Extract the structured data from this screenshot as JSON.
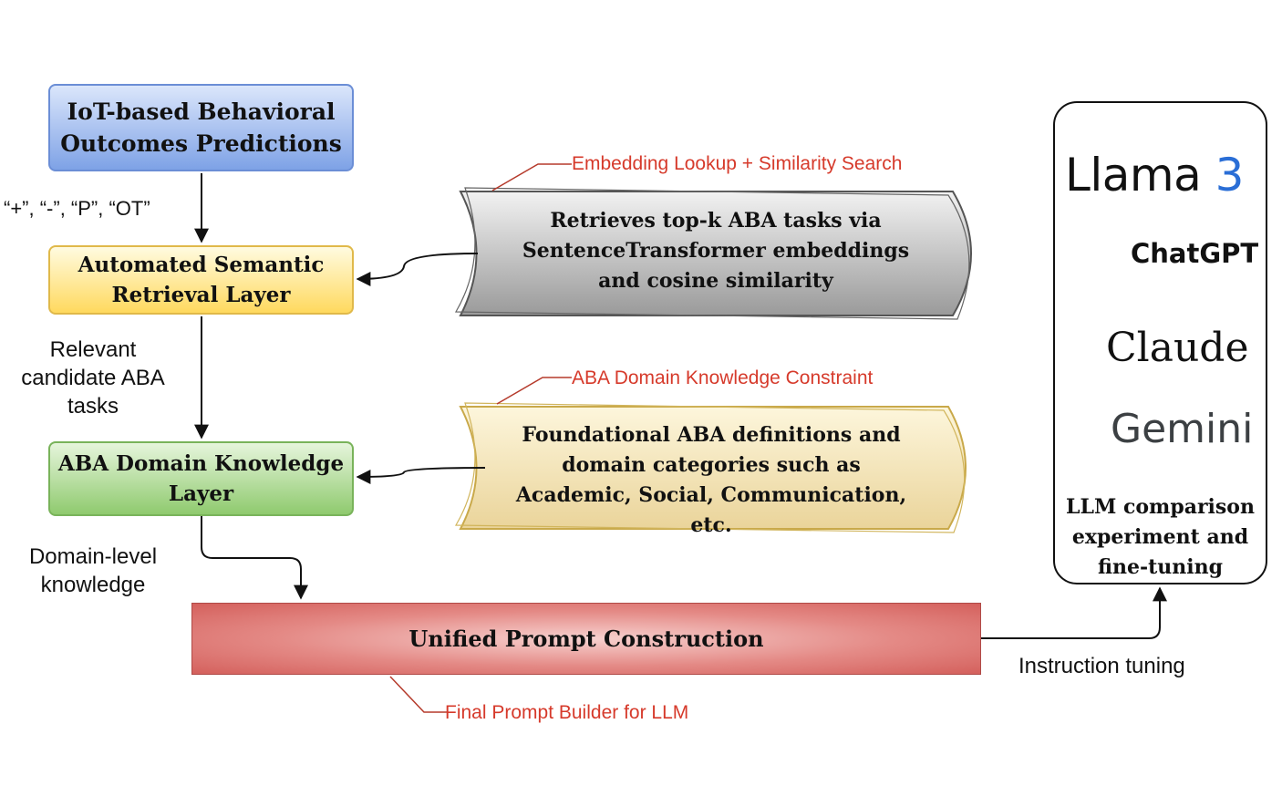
{
  "boxes": {
    "iot": {
      "lines": [
        "IoT-based Behavioral",
        "Outcomes Predictions"
      ]
    },
    "semantic": {
      "lines": [
        "Automated Semantic",
        "Retrieval Layer"
      ]
    },
    "domain": {
      "lines": [
        "ABA Domain Knowledge",
        "Layer"
      ]
    },
    "unified": {
      "label": "Unified Prompt Construction"
    }
  },
  "tags": {
    "retrieval": {
      "lines": [
        "Retrieves top-k ABA tasks via",
        "SentenceTransformer embeddings",
        "and cosine similarity"
      ]
    },
    "foundational": {
      "lines": [
        "Foundational ABA definitions and",
        "domain categories such as",
        "Academic, Social, Communication, etc."
      ]
    }
  },
  "edge_labels": {
    "outcome_codes": "“+”, “-”, “P”, “OT”",
    "relevant": [
      "Relevant",
      "candidate ABA",
      "tasks"
    ],
    "domain_level": [
      "Domain-level",
      "knowledge"
    ],
    "instruction_tuning": "Instruction tuning"
  },
  "annotations": {
    "embedding": "Embedding Lookup + Similarity Search",
    "constraint": "ABA Domain Knowledge Constraint",
    "final_prompt": "Final Prompt Builder for LLM"
  },
  "llm_panel": {
    "llama": {
      "name": "Llama",
      "version": "3",
      "icon": "llama-wordmark"
    },
    "chatgpt": {
      "name": "ChatGPT",
      "icon": "openai-knot-icon",
      "color": "#3e9a7e"
    },
    "claude": {
      "name": "Claude",
      "icon": "claude-starburst-icon",
      "color": "#d97757"
    },
    "gemini": {
      "name": "Gemini",
      "icon": "gemini-sparkle-icon",
      "color": "#4a7be0"
    },
    "caption": [
      "LLM comparison",
      "experiment and",
      "fine-tuning"
    ]
  },
  "colors": {
    "annotation": "#d63a2b",
    "iot_fill": "#7ea2e6",
    "semantic_fill": "#ffd95e",
    "domain_fill": "#8fca6e",
    "unified_fill": "#d4605c",
    "retrieval_tag_fill": "#a9a9a9",
    "foundational_tag_fill": "#f1dca3"
  }
}
